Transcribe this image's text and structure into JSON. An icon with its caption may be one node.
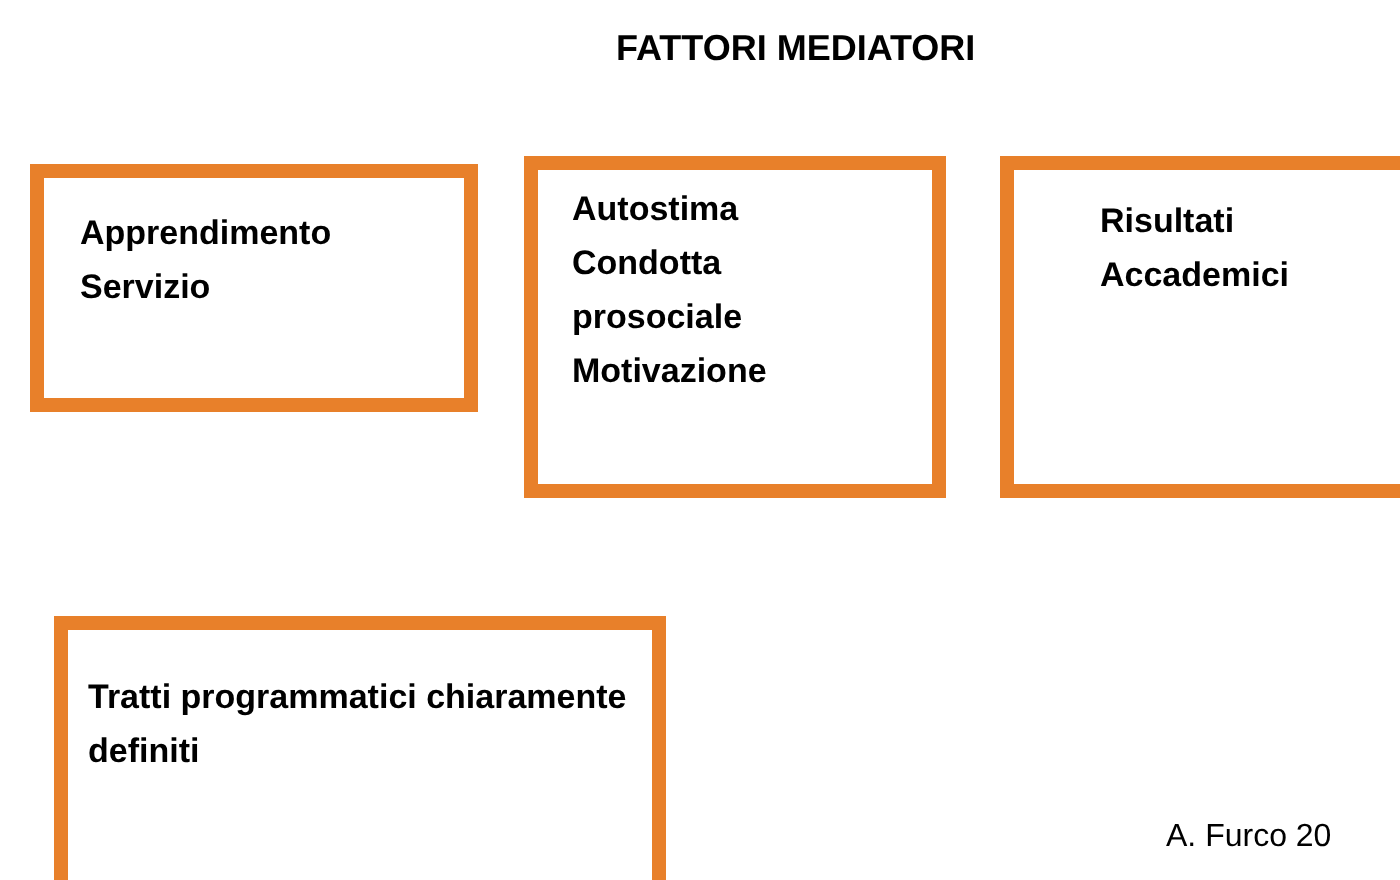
{
  "diagram": {
    "title": "FATTORI MEDIATORI",
    "nodes": [
      {
        "text": [
          "Apprendimento Servizio"
        ]
      },
      {
        "text": [
          "Autostima Condotta prosociale Motivazione"
        ]
      },
      {
        "text": [
          "Risultati Accademici"
        ]
      },
      {
        "text": [
          "Tratti programmatici chiaramente definiti"
        ]
      }
    ],
    "edges": [],
    "labels": [
      "A. Furco 20"
    ]
  }
}
